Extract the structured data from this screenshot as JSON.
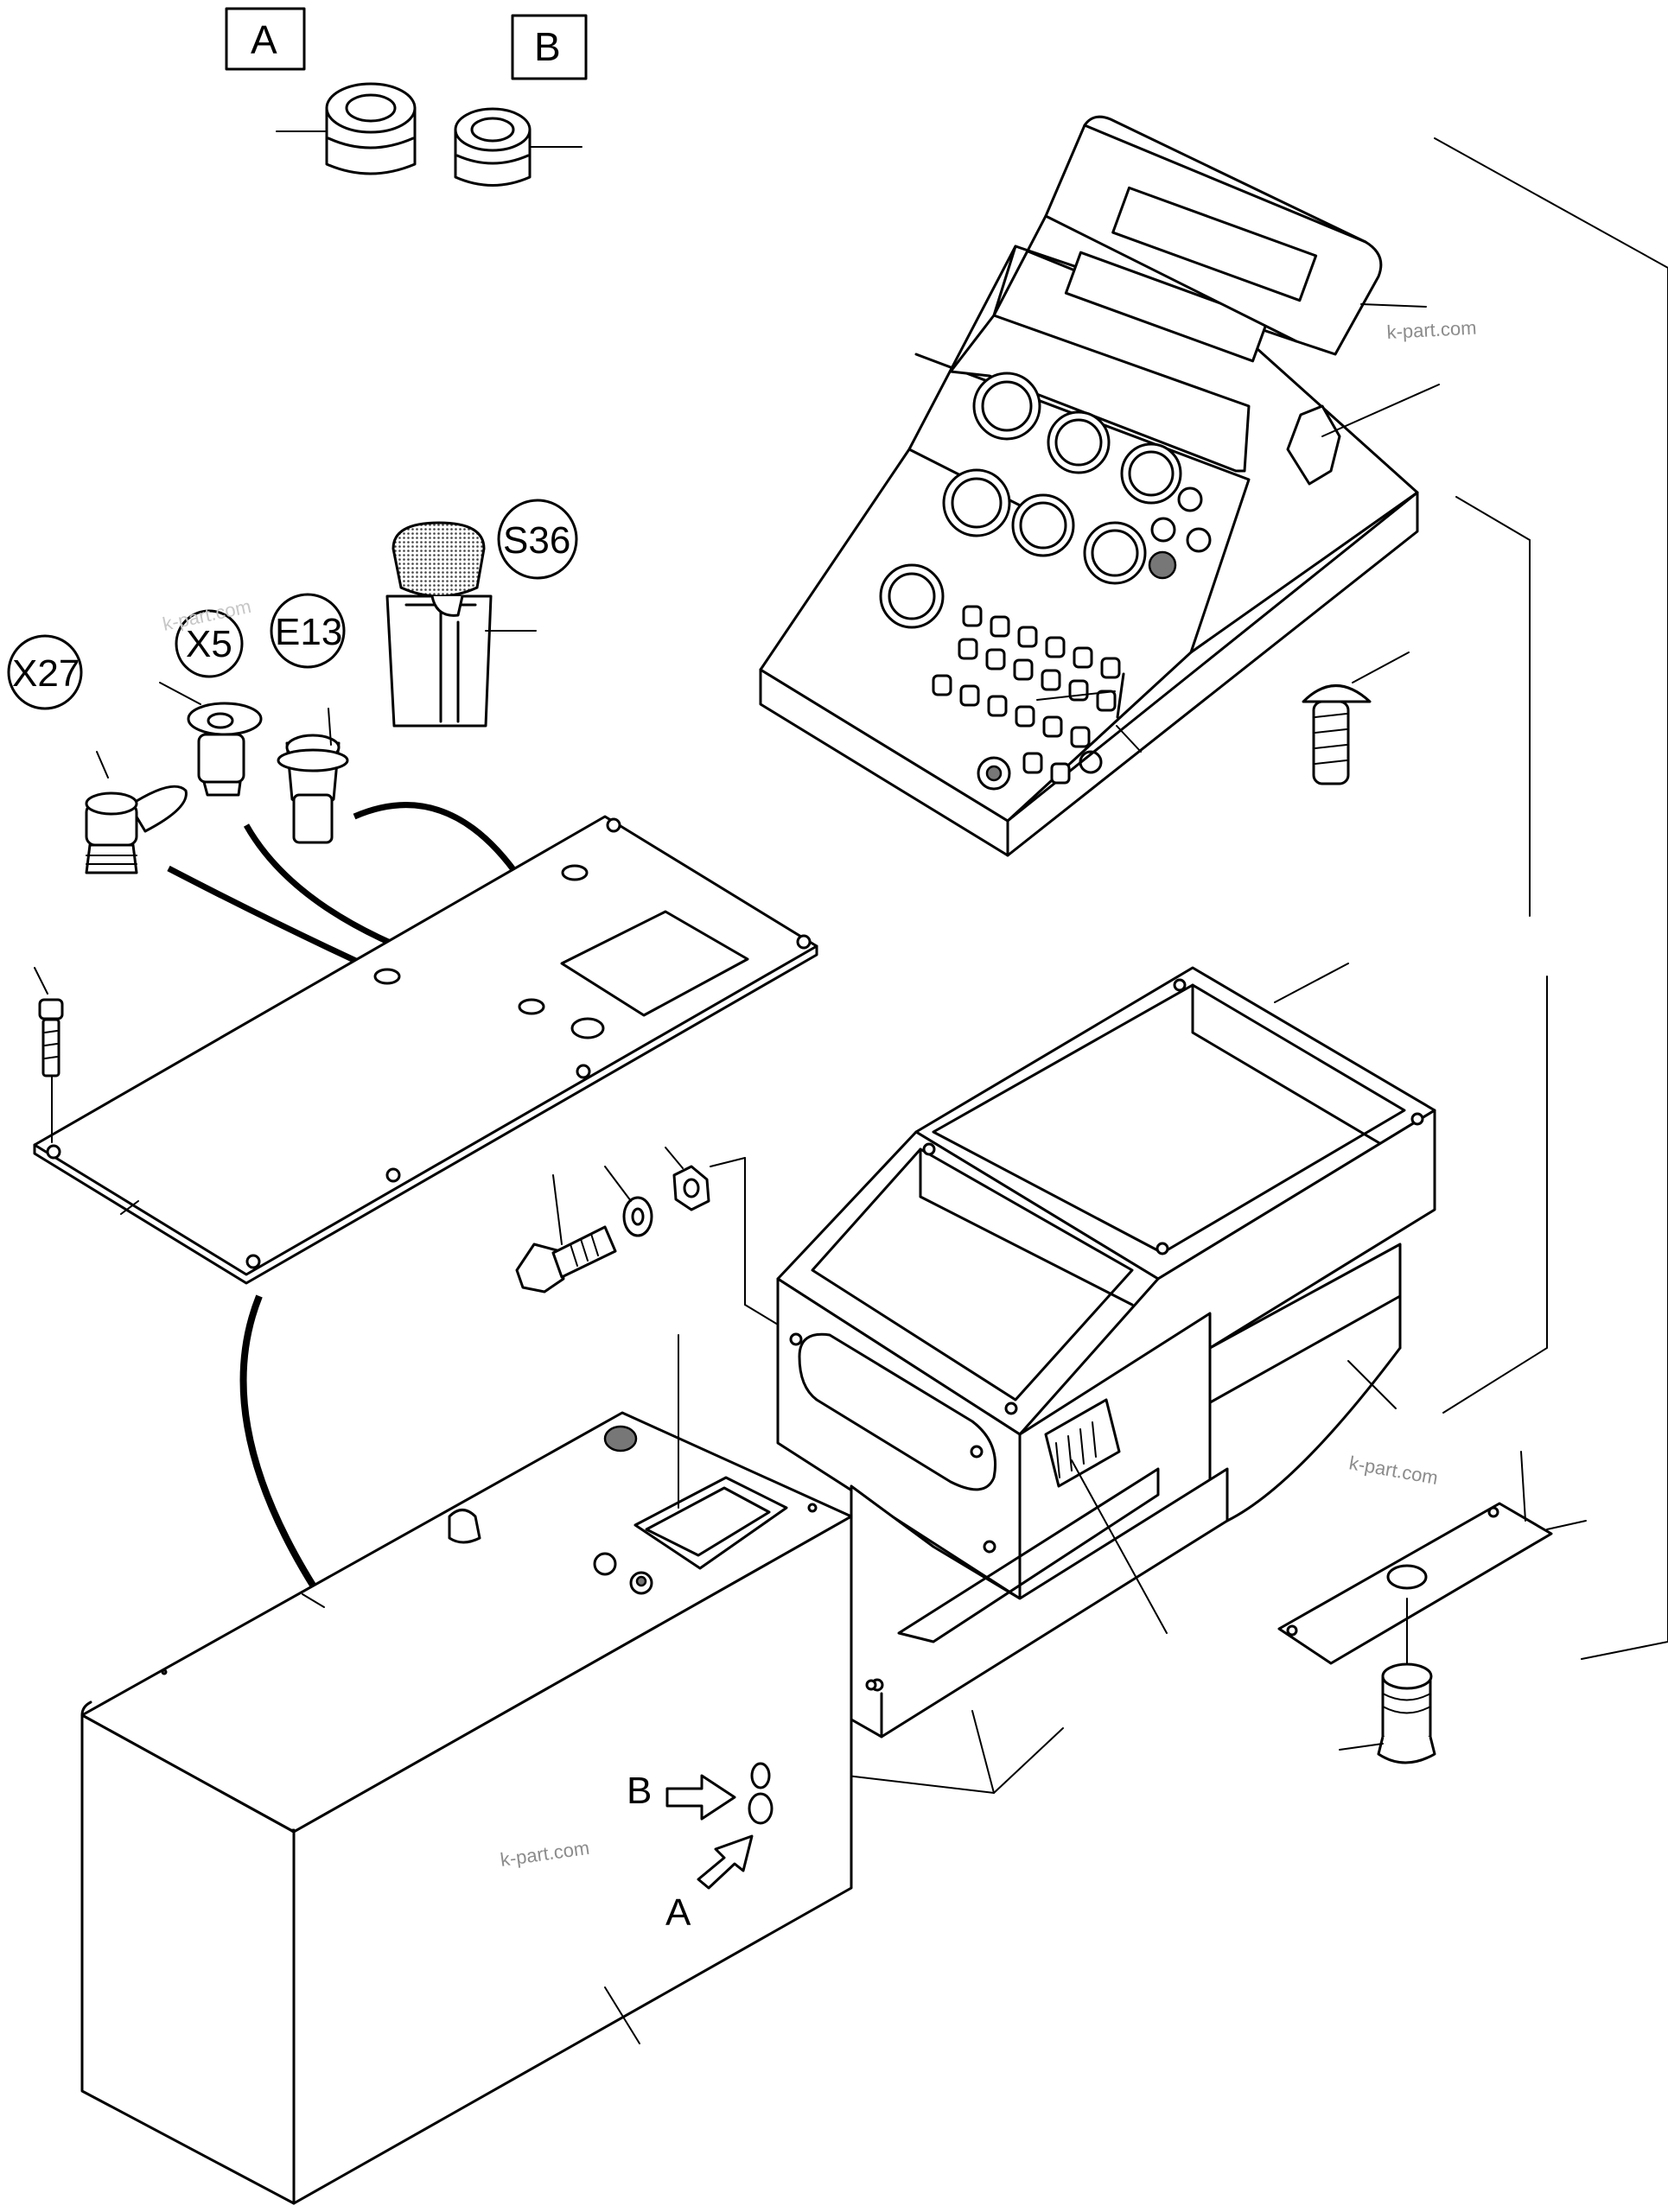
{
  "legend_boxes": [
    {
      "id": "A",
      "label": "A"
    },
    {
      "id": "B",
      "label": "B"
    }
  ],
  "component_labels": {
    "x27": "X27",
    "x5": "X5",
    "e13": "E13",
    "s36": "S36"
  },
  "callouts": {
    "b": "B",
    "a": "A"
  },
  "watermarks": {
    "upper_right": "k-part.com",
    "left_faint": "k-part.com",
    "middle_right": "k-part.com",
    "lower_center": "k-part.com"
  }
}
